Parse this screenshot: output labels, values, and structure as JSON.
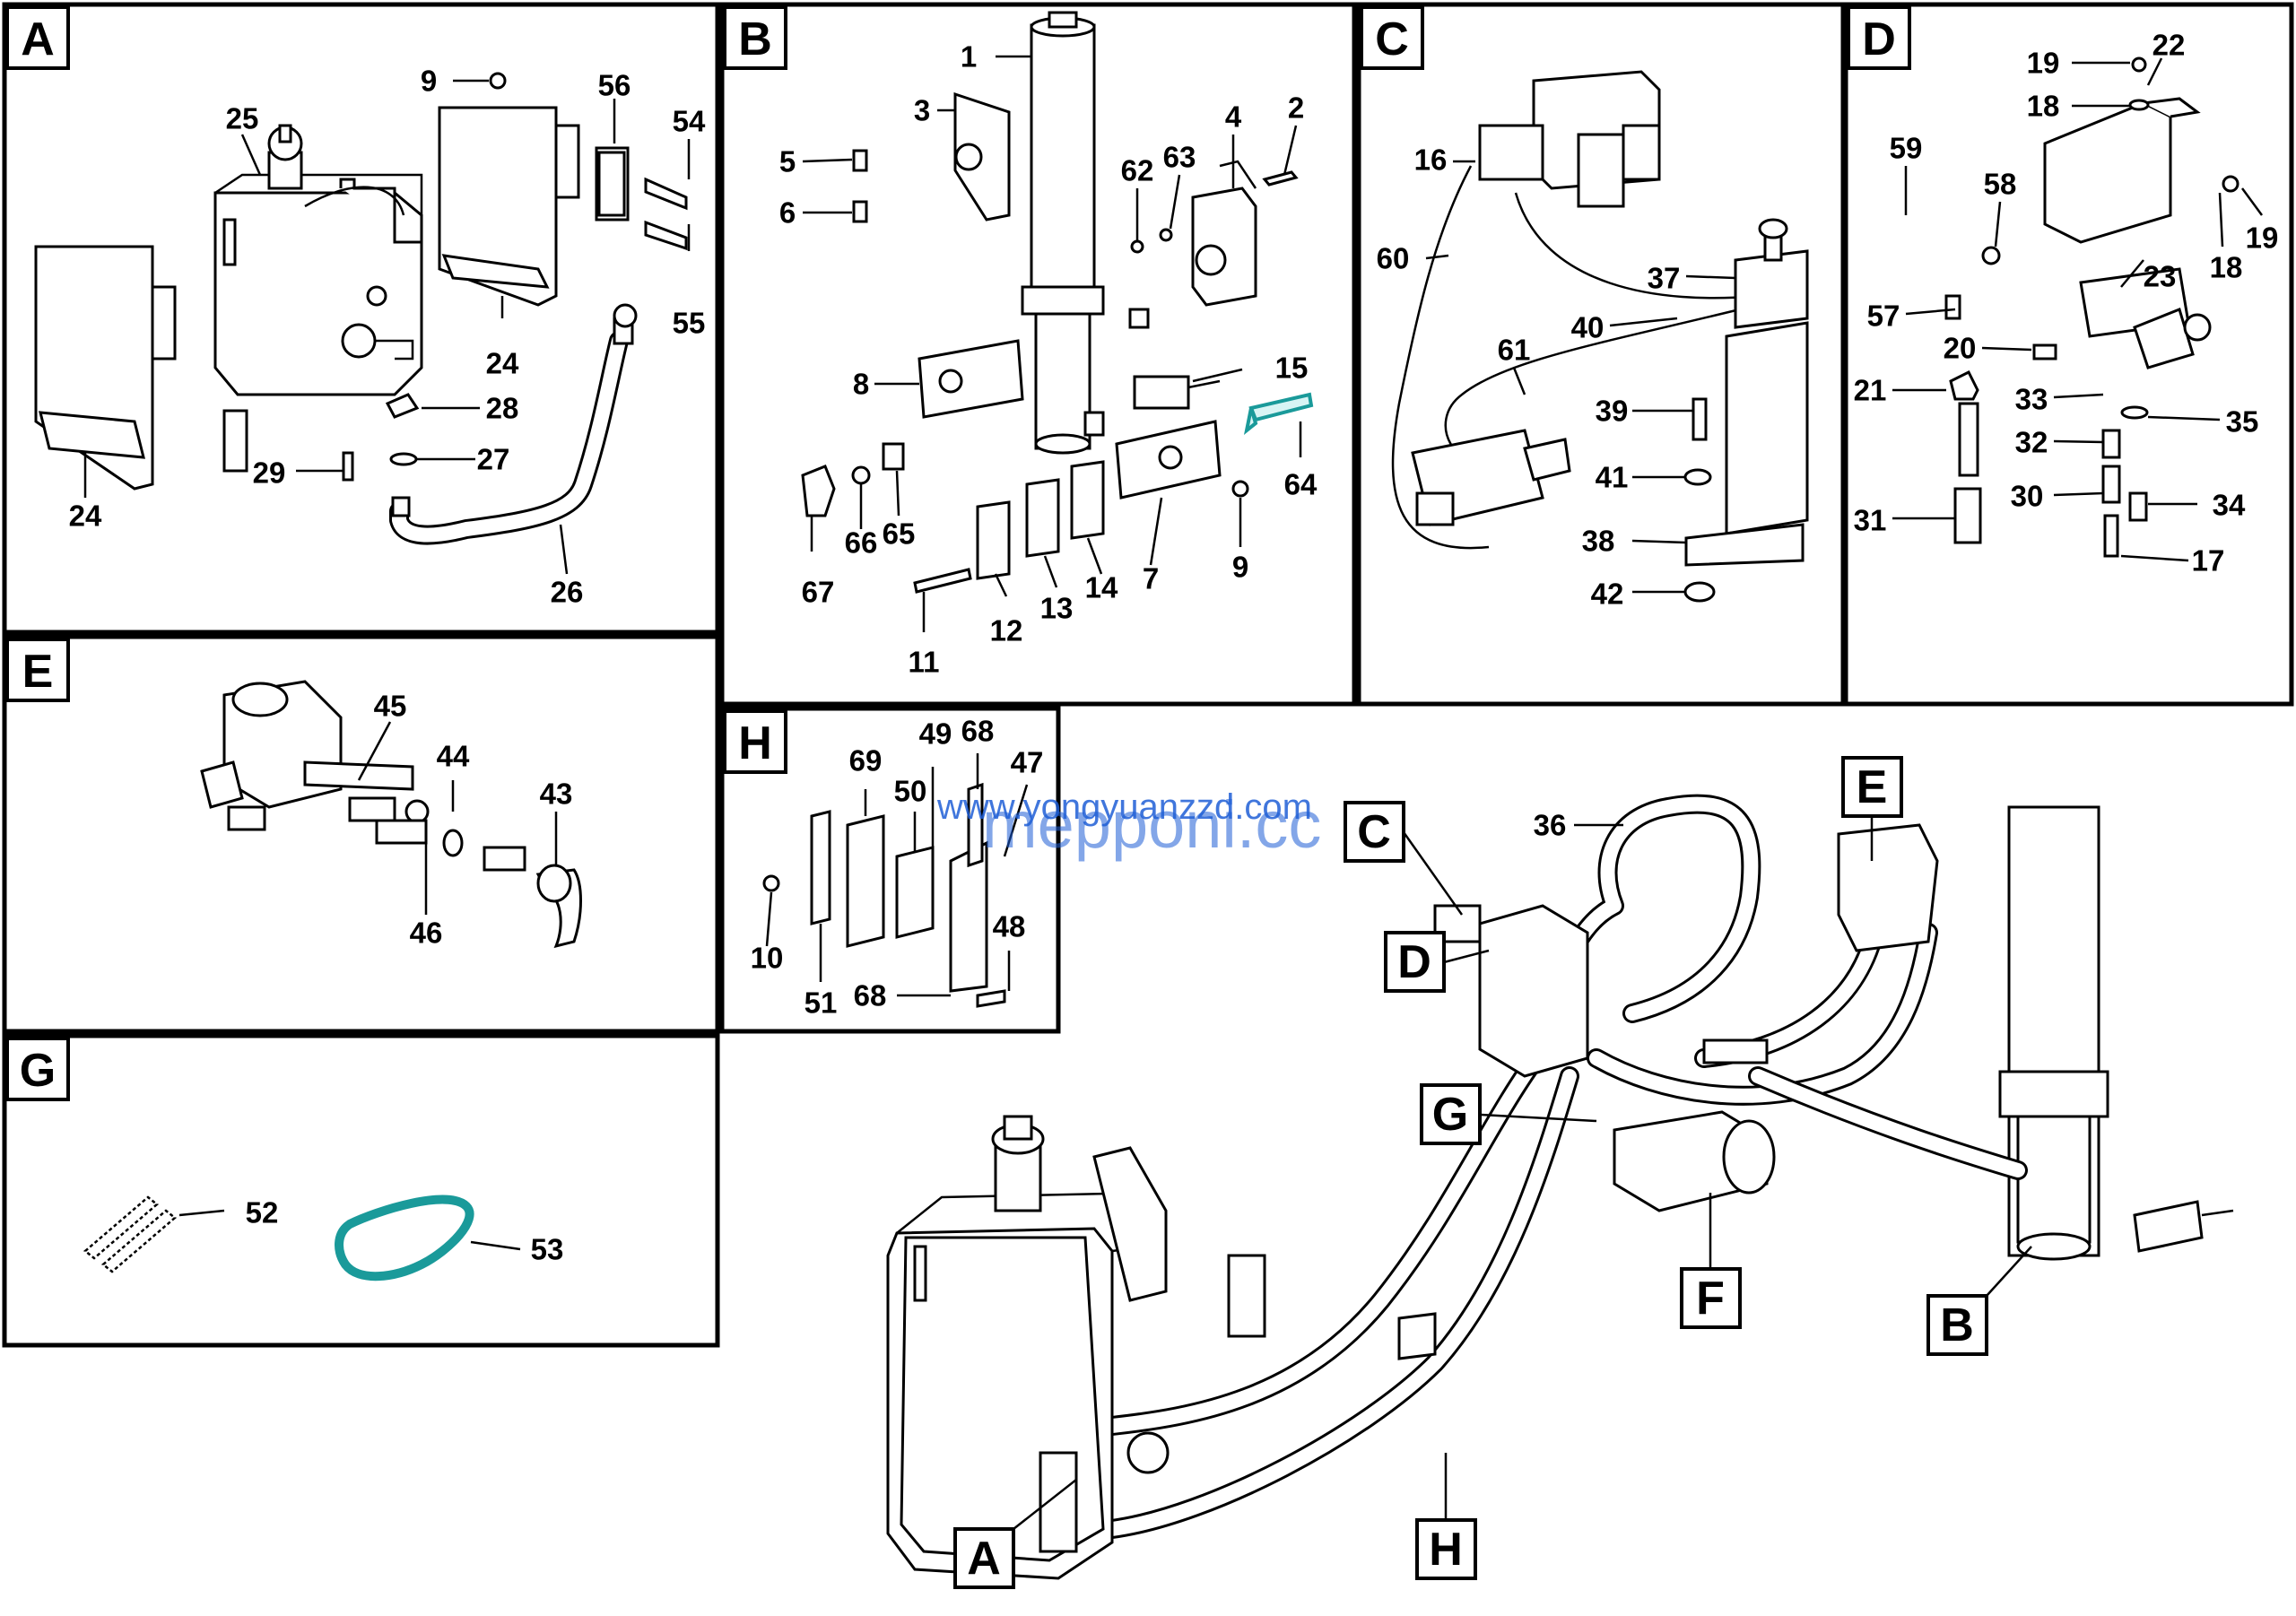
{
  "panels": [
    {
      "id": "A",
      "label": "A"
    },
    {
      "id": "B",
      "label": "B"
    },
    {
      "id": "C",
      "label": "C"
    },
    {
      "id": "D",
      "label": "D"
    },
    {
      "id": "E",
      "label": "E"
    },
    {
      "id": "H",
      "label": "H"
    },
    {
      "id": "G",
      "label": "G"
    }
  ],
  "callouts_overview": [
    "C",
    "D",
    "G",
    "A",
    "H",
    "E",
    "F",
    "B"
  ],
  "part_numbers": {
    "A": [
      "9",
      "56",
      "54",
      "25",
      "55",
      "24",
      "28",
      "27",
      "29",
      "24",
      "26"
    ],
    "B": [
      "1",
      "3",
      "4",
      "2",
      "5",
      "6",
      "62",
      "63",
      "15",
      "8",
      "64",
      "67",
      "66",
      "65",
      "12",
      "13",
      "14",
      "7",
      "9",
      "11"
    ],
    "C": [
      "16",
      "60",
      "37",
      "40",
      "61",
      "39",
      "41",
      "38",
      "42"
    ],
    "D": [
      "19",
      "22",
      "18",
      "59",
      "58",
      "19",
      "23",
      "18",
      "57",
      "20",
      "21",
      "33",
      "35",
      "32",
      "30",
      "34",
      "31",
      "17"
    ],
    "E": [
      "45",
      "44",
      "43",
      "46"
    ],
    "H": [
      "69",
      "49",
      "68",
      "47",
      "50",
      "10",
      "48",
      "51",
      "68"
    ],
    "G": [
      "52",
      "53"
    ],
    "overview": [
      "36"
    ]
  },
  "watermark": {
    "line1": "www.yongyuanzzd.com",
    "line2": "mepponi.cc"
  },
  "colors": {
    "highlight": "#1a9a9a",
    "ink": "#000000",
    "watermark": "#1f5fd6"
  }
}
